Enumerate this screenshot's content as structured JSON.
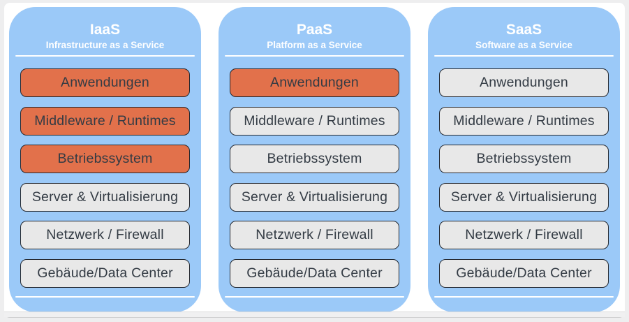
{
  "colors": {
    "column_bg": "#9BC9F8",
    "highlight_fill": "#E2714B",
    "layer_fill": "#E8E8E8",
    "layer_border": "#23272E",
    "layer_text": "#333B44",
    "header_text": "#FFFFFF",
    "page_bg": "#FFFFFF",
    "frame_bg": "#EEEEEF"
  },
  "columns": [
    {
      "id": "iaas",
      "title": "IaaS",
      "subtitle": "Infrastructure as a Service",
      "layers": [
        {
          "label": "Anwendungen",
          "highlighted": true
        },
        {
          "label": "Middleware / Runtimes",
          "highlighted": true
        },
        {
          "label": "Betriebssystem",
          "highlighted": true
        },
        {
          "label": "Server & Virtualisierung",
          "highlighted": false
        },
        {
          "label": "Netzwerk / Firewall",
          "highlighted": false
        },
        {
          "label": "Gebäude/Data Center",
          "highlighted": false
        }
      ]
    },
    {
      "id": "paas",
      "title": "PaaS",
      "subtitle": "Platform as a Service",
      "layers": [
        {
          "label": "Anwendungen",
          "highlighted": true
        },
        {
          "label": "Middleware / Runtimes",
          "highlighted": false
        },
        {
          "label": "Betriebssystem",
          "highlighted": false
        },
        {
          "label": "Server & Virtualisierung",
          "highlighted": false
        },
        {
          "label": "Netzwerk / Firewall",
          "highlighted": false
        },
        {
          "label": "Gebäude/Data Center",
          "highlighted": false
        }
      ]
    },
    {
      "id": "saas",
      "title": "SaaS",
      "subtitle": "Software as a Service",
      "layers": [
        {
          "label": "Anwendungen",
          "highlighted": false
        },
        {
          "label": "Middleware / Runtimes",
          "highlighted": false
        },
        {
          "label": "Betriebssystem",
          "highlighted": false
        },
        {
          "label": "Server & Virtualisierung",
          "highlighted": false
        },
        {
          "label": "Netzwerk / Firewall",
          "highlighted": false
        },
        {
          "label": "Gebäude/Data Center",
          "highlighted": false
        }
      ]
    }
  ]
}
